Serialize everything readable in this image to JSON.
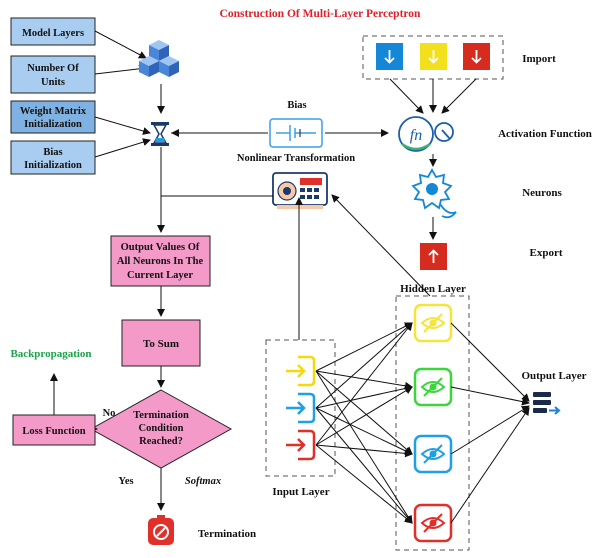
{
  "title": "Construction Of Multi-Layer Perceptron",
  "boxes": {
    "model_layers": "Model Layers",
    "units_line1": "Number Of",
    "units_line2": "Units",
    "weight_line1": "Weight Matrix",
    "weight_line2": "Initialization",
    "bias_line1": "Bias",
    "bias_line2": "Initialization",
    "output_values_line1": "Output Values Of",
    "output_values_line2": "All Neurons In The",
    "output_values_line3": "Current Layer",
    "to_sum": "To Sum",
    "termination_line1": "Termination",
    "termination_line2": "Condition",
    "termination_line3": "Reached?",
    "loss_function": "Loss Function"
  },
  "labels": {
    "bias": "Bias",
    "nonlinear": "Nonlinear Transformation",
    "import": "Import",
    "activation_function": "Activation Function",
    "neurons": "Neurons",
    "export": "Export",
    "hidden_layer": "Hidden Layer",
    "output_layer": "Output Layer",
    "input_layer": "Input Layer",
    "backpropagation": "Backpropagation",
    "no": "No",
    "yes": "Yes",
    "softmax": "Softmax",
    "termination": "Termination",
    "fn_glyph": "fn"
  },
  "colors": {
    "title_red": "#e0202a",
    "blue_box": "#a9cdf0",
    "blue_box_dark": "#7fb2e3",
    "pink_box": "#f49ac8",
    "backprop_green": "#1aa34a",
    "import_blue": "#1487d6",
    "import_yellow": "#f2e01c",
    "import_red": "#d62b1f",
    "input_yellow": "#f5d90a",
    "input_blue": "#1ea0e6",
    "input_red": "#e0302a",
    "hidden_yellow": "#f5e53a",
    "hidden_green": "#3cd63c",
    "hidden_blue": "#1ea0e6",
    "hidden_red": "#e0302a"
  },
  "icons": {
    "cubes": "cubes-icon",
    "hourglass": "hourglass-icon",
    "bias_circuit": "circuit-icon",
    "machine": "processor-machine-icon",
    "activation": "function-icon",
    "neuron": "neuron-icon",
    "export": "arrow-up-icon",
    "input": "input-arrow-icon",
    "hidden": "eye-slash-icon",
    "output": "output-list-icon",
    "termination": "stop-icon"
  }
}
